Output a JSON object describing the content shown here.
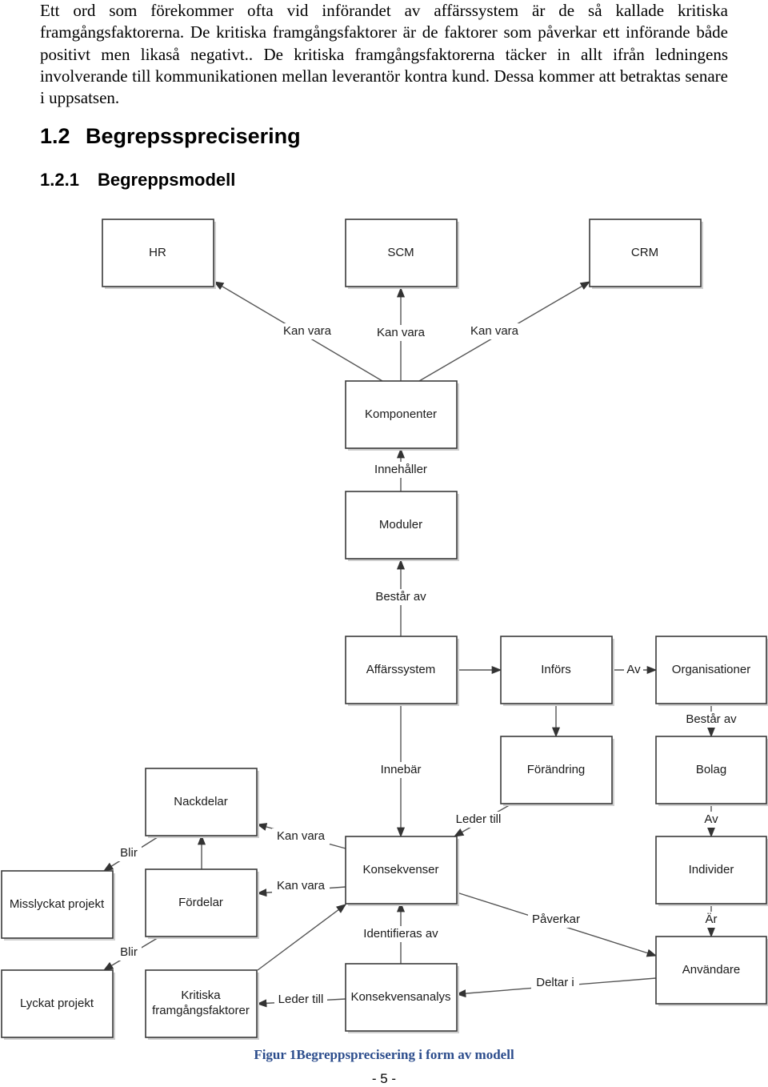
{
  "paragraph": "Ett ord som förekommer ofta vid införandet av affärssystem är de så kallade kritiska framgångsfaktorerna. De kritiska framgångsfaktorer är de faktorer som påverkar ett införande både positivt men likaså negativt.. De kritiska framgångsfaktorerna täcker in allt ifrån ledningens involverande till kommunikationen mellan leverantör kontra kund. Dessa kommer att betraktas senare i uppsatsen.",
  "section": {
    "number": "1.2",
    "title": "Begrepssprecisering"
  },
  "subsection": {
    "number": "1.2.1",
    "title": "Begreppsmodell"
  },
  "diagram": {
    "nodes": {
      "hr": "HR",
      "scm": "SCM",
      "crm": "CRM",
      "komponenter": "Komponenter",
      "moduler": "Moduler",
      "affarssystem": "Affärssystem",
      "infors": "Införs",
      "organisationer": "Organisationer",
      "forandring": "Förändring",
      "bolag": "Bolag",
      "nackdelar": "Nackdelar",
      "konsekvenser": "Konsekvenser",
      "individer": "Individer",
      "misslyckat": "Misslyckat projekt",
      "fordelar": "Fördelar",
      "lyckat": "Lyckat projekt",
      "kritiska_1": "Kritiska",
      "kritiska_2": "framgångsfaktorer",
      "konsekvensanalys": "Konsekvensanalys",
      "anvandare": "Användare"
    },
    "edges": {
      "kan_vara_hr": "Kan vara",
      "kan_vara_scm": "Kan vara",
      "kan_vara_crm": "Kan vara",
      "innehaller": "Innehåller",
      "bestar_av_moduler": "Består av",
      "av": "Av",
      "bestar_av_org": "Består av",
      "innebar": "Innebär",
      "leder_till_forandring": "Leder till",
      "av_bolag": "Av",
      "kan_vara_nackdelar": "Kan vara",
      "blir_misslyckat": "Blir",
      "kan_vara_fordelar": "Kan vara",
      "paverkar": "Påverkar",
      "ar": "Är",
      "identifieras_av": "Identifieras av",
      "blir_lyckat": "Blir",
      "leder_till_kritiska": "Leder till",
      "deltar_i": "Deltar i"
    }
  },
  "caption": "Figur 1Begreppsprecisering i form av modell",
  "page_number": "- 5 -"
}
